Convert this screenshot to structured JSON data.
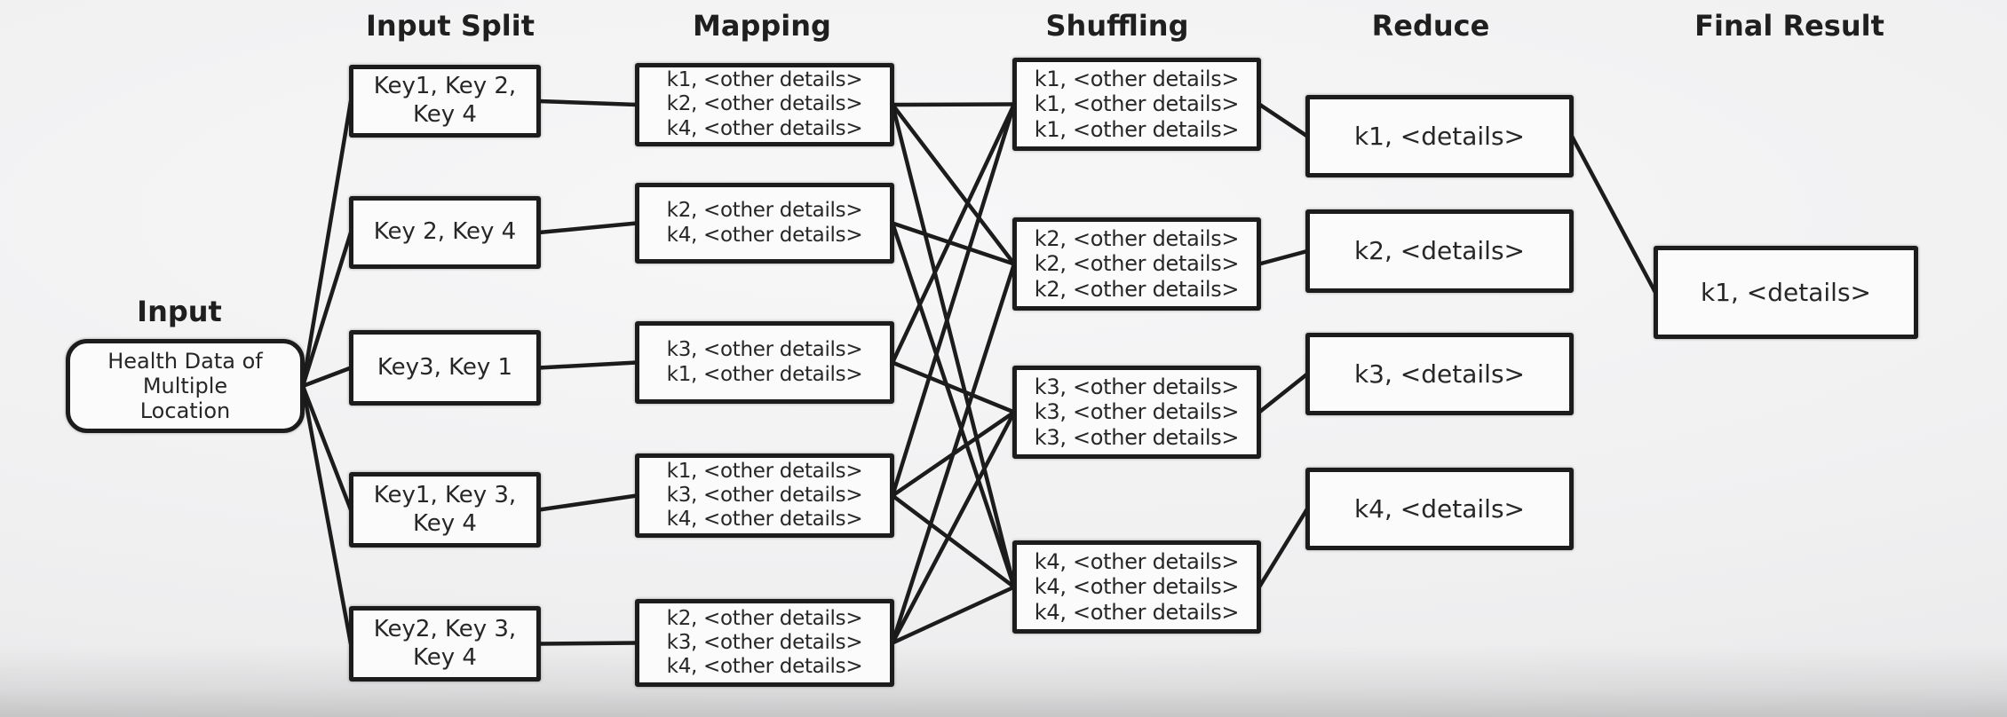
{
  "headers": {
    "input": "Input",
    "input_split": "Input Split",
    "mapping": "Mapping",
    "shuffling": "Shuffling",
    "reduce": "Reduce",
    "final_result": "Final Result"
  },
  "input_box": {
    "lines": [
      "Health Data of",
      "Multiple",
      "Location"
    ]
  },
  "splits": [
    {
      "lines": [
        "Key1, Key 2,",
        "Key 4"
      ]
    },
    {
      "lines": [
        "Key 2, Key 4"
      ]
    },
    {
      "lines": [
        "Key3, Key 1"
      ]
    },
    {
      "lines": [
        "Key1, Key 3,",
        "Key 4"
      ]
    },
    {
      "lines": [
        "Key2, Key 3,",
        "Key 4"
      ]
    }
  ],
  "maps": [
    {
      "entries": [
        "k1, <other details>",
        "k2, <other details>",
        "k4, <other details>"
      ]
    },
    {
      "entries": [
        "k2, <other details>",
        "k4, <other details>"
      ]
    },
    {
      "entries": [
        "k3, <other details>",
        "k1, <other details>"
      ]
    },
    {
      "entries": [
        "k1, <other details>",
        "k3, <other details>",
        "k4, <other details>"
      ]
    },
    {
      "entries": [
        "k2, <other details>",
        "k3, <other details>",
        "k4, <other details>"
      ]
    }
  ],
  "shuffles": [
    {
      "key": "k1",
      "entries": [
        "k1, <other details>",
        "k1, <other details>",
        "k1, <other details>"
      ]
    },
    {
      "key": "k2",
      "entries": [
        "k2, <other details>",
        "k2, <other details>",
        "k2, <other details>"
      ]
    },
    {
      "key": "k3",
      "entries": [
        "k3, <other details>",
        "k3, <other details>",
        "k3, <other details>"
      ]
    },
    {
      "key": "k4",
      "entries": [
        "k4, <other details>",
        "k4, <other details>",
        "k4, <other details>"
      ]
    }
  ],
  "reduces": [
    {
      "key": "k1",
      "label": "k1, <details>"
    },
    {
      "key": "k2",
      "label": "k2, <details>"
    },
    {
      "key": "k3",
      "label": "k3, <details>"
    },
    {
      "key": "k4",
      "label": "k4, <details>"
    }
  ],
  "final": {
    "label": "k1, <details>"
  },
  "colors": {
    "line": "#1c1c1c",
    "box_border": "#1c1c1c",
    "box_fill": "#fbfbfb",
    "text": "#272727"
  },
  "connections": [
    [
      "input-data-box",
      "split-box-1"
    ],
    [
      "input-data-box",
      "split-box-2"
    ],
    [
      "input-data-box",
      "split-box-3"
    ],
    [
      "input-data-box",
      "split-box-4"
    ],
    [
      "input-data-box",
      "split-box-5"
    ],
    [
      "split-box-1",
      "map-box-1"
    ],
    [
      "split-box-2",
      "map-box-2"
    ],
    [
      "split-box-3",
      "map-box-3"
    ],
    [
      "split-box-4",
      "map-box-4"
    ],
    [
      "split-box-5",
      "map-box-5"
    ],
    [
      "map-box-1",
      "shuffle-box-k1"
    ],
    [
      "map-box-1",
      "shuffle-box-k2"
    ],
    [
      "map-box-1",
      "shuffle-box-k4"
    ],
    [
      "map-box-2",
      "shuffle-box-k2"
    ],
    [
      "map-box-2",
      "shuffle-box-k4"
    ],
    [
      "map-box-3",
      "shuffle-box-k3"
    ],
    [
      "map-box-3",
      "shuffle-box-k1"
    ],
    [
      "map-box-4",
      "shuffle-box-k1"
    ],
    [
      "map-box-4",
      "shuffle-box-k3"
    ],
    [
      "map-box-4",
      "shuffle-box-k4"
    ],
    [
      "map-box-5",
      "shuffle-box-k2"
    ],
    [
      "map-box-5",
      "shuffle-box-k3"
    ],
    [
      "map-box-5",
      "shuffle-box-k4"
    ],
    [
      "shuffle-box-k1",
      "reduce-box-k1"
    ],
    [
      "shuffle-box-k2",
      "reduce-box-k2"
    ],
    [
      "shuffle-box-k3",
      "reduce-box-k3"
    ],
    [
      "shuffle-box-k4",
      "reduce-box-k4"
    ],
    [
      "reduce-box-k1",
      "final-result-box"
    ]
  ]
}
